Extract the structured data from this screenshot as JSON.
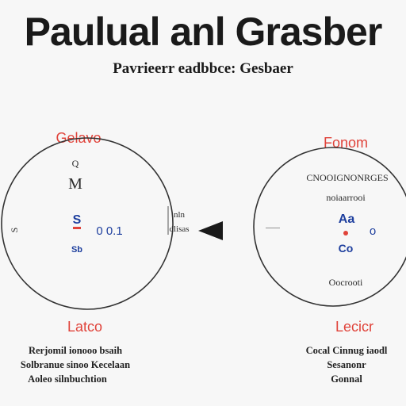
{
  "title": "Paulual anl Grasber",
  "subtitle": "Pavrieerr eadbbce: Gesbaer",
  "left": {
    "heading": "Gelavo",
    "inner_top_small": "Q",
    "inner_top_large": "M",
    "inner_center_label": "S",
    "inner_center_value": "0 0.1",
    "inner_lower": "Sb",
    "inner_side": "S",
    "caption_heading": "Latco",
    "caption_lines": [
      "Rerjomil ionooo bsaih",
      "Solbranue sinoo Kecelaan",
      "Aoleo silnbuchtion"
    ]
  },
  "right": {
    "heading": "Fonom",
    "inner_header": "CNOOIGNONRGES",
    "inner_sub": "noiaarrooi",
    "inner_center_label": "Aa",
    "inner_center_value": "o",
    "inner_lower": "Co",
    "inner_bottom": "Oocrooti",
    "caption_heading": "Lecicr",
    "caption_lines": [
      "Cocal Cinnug iaodl",
      "Sesanonr",
      "Gonnal"
    ]
  },
  "middle": {
    "labels_top": "nln",
    "labels_bottom": "dlisas"
  },
  "colors": {
    "accent_red": "#e0433a",
    "accent_blue": "#1e3f9e",
    "ink": "#1a1a1a"
  }
}
